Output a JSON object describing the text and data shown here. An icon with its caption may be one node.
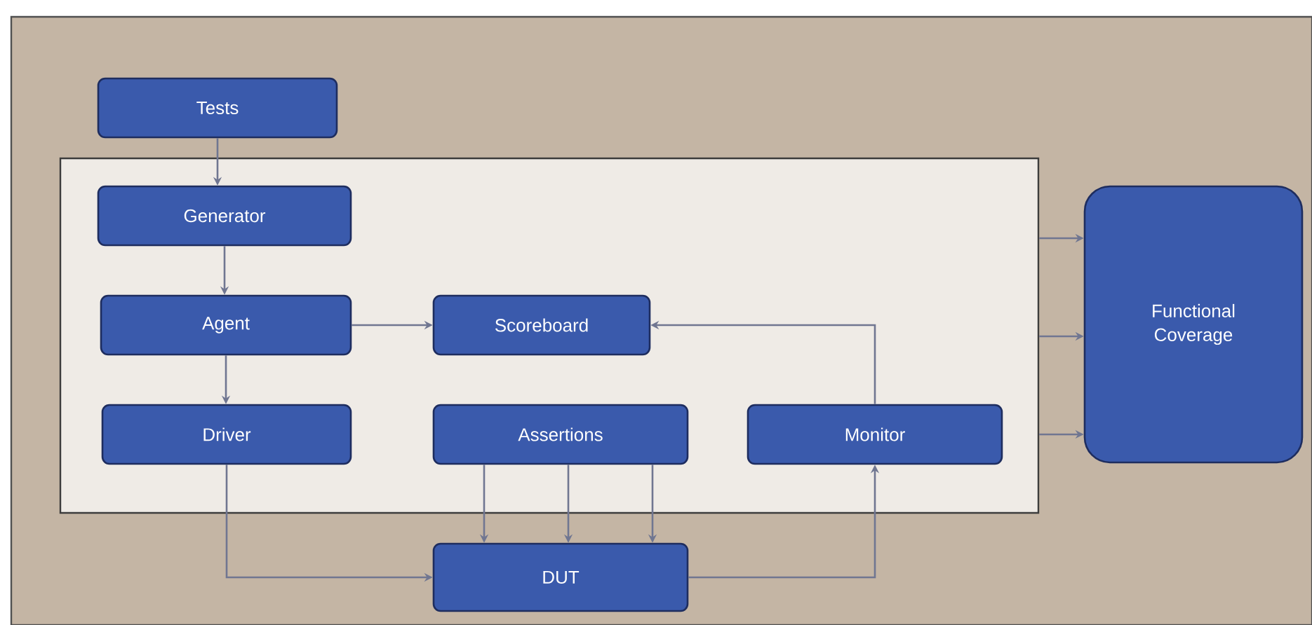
{
  "diagram": {
    "nodes": [
      {
        "text": [
          "Tests"
        ]
      },
      {
        "text": [],
        "shape": "box"
      },
      {
        "text": [
          "Generator"
        ],
        "in": 1
      },
      {
        "text": [
          "Agent"
        ],
        "in": 1
      },
      {
        "text": [
          "Scoreboard"
        ],
        "in": 1
      },
      {
        "text": [
          "Driver"
        ],
        "in": 1
      },
      {
        "text": [
          "Assertions"
        ],
        "in": 1
      },
      {
        "text": [
          "Monitor"
        ],
        "in": 1
      },
      {
        "text": [
          "DUT"
        ]
      },
      {
        "text": [
          "Functional Coverage"
        ]
      }
    ],
    "edges": [
      {
        "from": 0,
        "to": 2,
        "arrow": "to"
      },
      {
        "from": 2,
        "to": 3,
        "arrow": "to"
      },
      {
        "from": 3,
        "to": 4,
        "arrow": "to"
      },
      {
        "from": 3,
        "to": 5,
        "arrow": "to"
      },
      {
        "from": 5,
        "to": 8,
        "arrow": "to"
      },
      {
        "from": 6,
        "to": 8,
        "arrow": "to"
      },
      {
        "from": 6,
        "to": 8,
        "arrow": "to"
      },
      {
        "from": 6,
        "to": 8,
        "arrow": "to"
      },
      {
        "from": 8,
        "to": 7,
        "arrow": "to"
      },
      {
        "from": 7,
        "to": 4,
        "arrow": "to"
      },
      {
        "from": 1,
        "to": 9,
        "arrow": "to"
      },
      {
        "from": 1,
        "to": 9,
        "arrow": "to"
      },
      {
        "from": 1,
        "to": 9,
        "arrow": "to"
      }
    ]
  }
}
